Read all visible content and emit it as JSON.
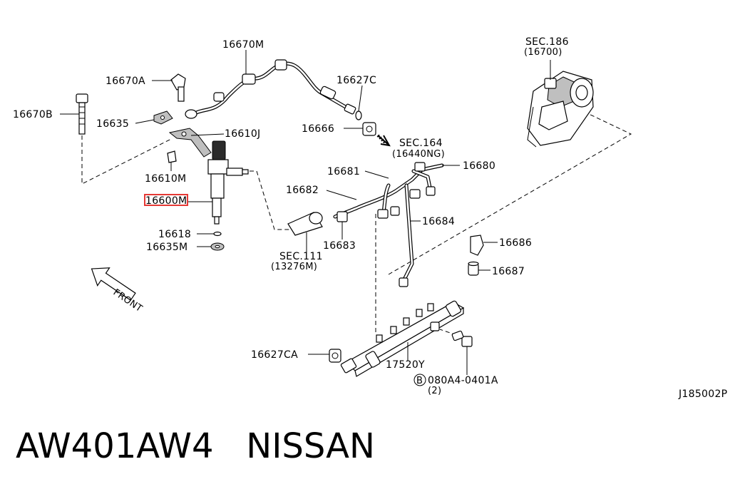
{
  "diagram": {
    "labels": {
      "p16670M": "16670M",
      "p16670A": "16670A",
      "p16670B": "16670B",
      "p16635": "16635",
      "p16610J": "16610J",
      "p16610M": "16610M",
      "p16600M": "16600M",
      "p16618": "16618",
      "p16635M": "16635M",
      "p16627C": "16627C",
      "p16666": "16666",
      "sec164": "SEC.164",
      "sec164ref": "(16440NG)",
      "p16681": "16681",
      "p16680": "16680",
      "p16682": "16682",
      "p16684": "16684",
      "p16683": "16683",
      "sec111": "SEC.111",
      "sec111ref": "(13276M)",
      "sec186": "SEC.186",
      "sec186ref": "(16700)",
      "p16686": "16686",
      "p16687": "16687",
      "p16627CA": "16627CA",
      "p17520Y": "17520Y",
      "bolt_marker": "B",
      "bolt": "080A4-0401A",
      "bolt_qty": "(2)",
      "front": "FRONT",
      "drawing_code": "J185002P"
    },
    "highlighted_part": "16600M",
    "highlight_color": "#e53935"
  },
  "footer": {
    "part_number": "AW401AW4",
    "brand": "NISSAN"
  }
}
